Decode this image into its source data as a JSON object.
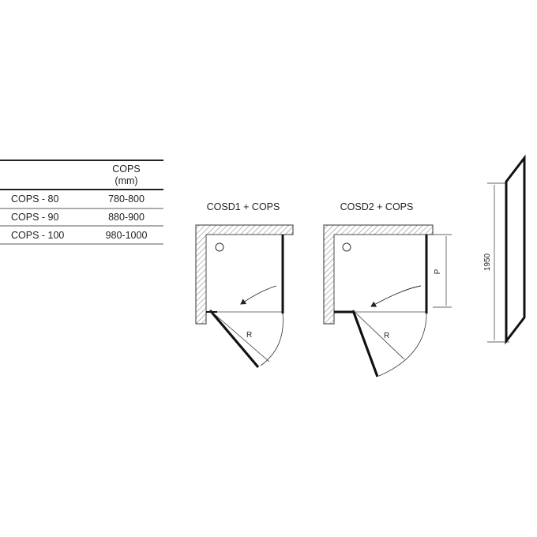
{
  "table": {
    "header": [
      "",
      "COPS",
      "(mm)"
    ],
    "rows": [
      {
        "model": "COPS - 80",
        "size": "780-800"
      },
      {
        "model": "COPS - 90",
        "size": "880-900"
      },
      {
        "model": "COPS - 100",
        "size": "980-1000"
      }
    ]
  },
  "diagrams": [
    {
      "title": "COSD1 + COPS",
      "radius_label": "R"
    },
    {
      "title": "COSD2 + COPS",
      "radius_label": "R",
      "depth_label": "P"
    }
  ],
  "side_view": {
    "height_label": "1950"
  }
}
